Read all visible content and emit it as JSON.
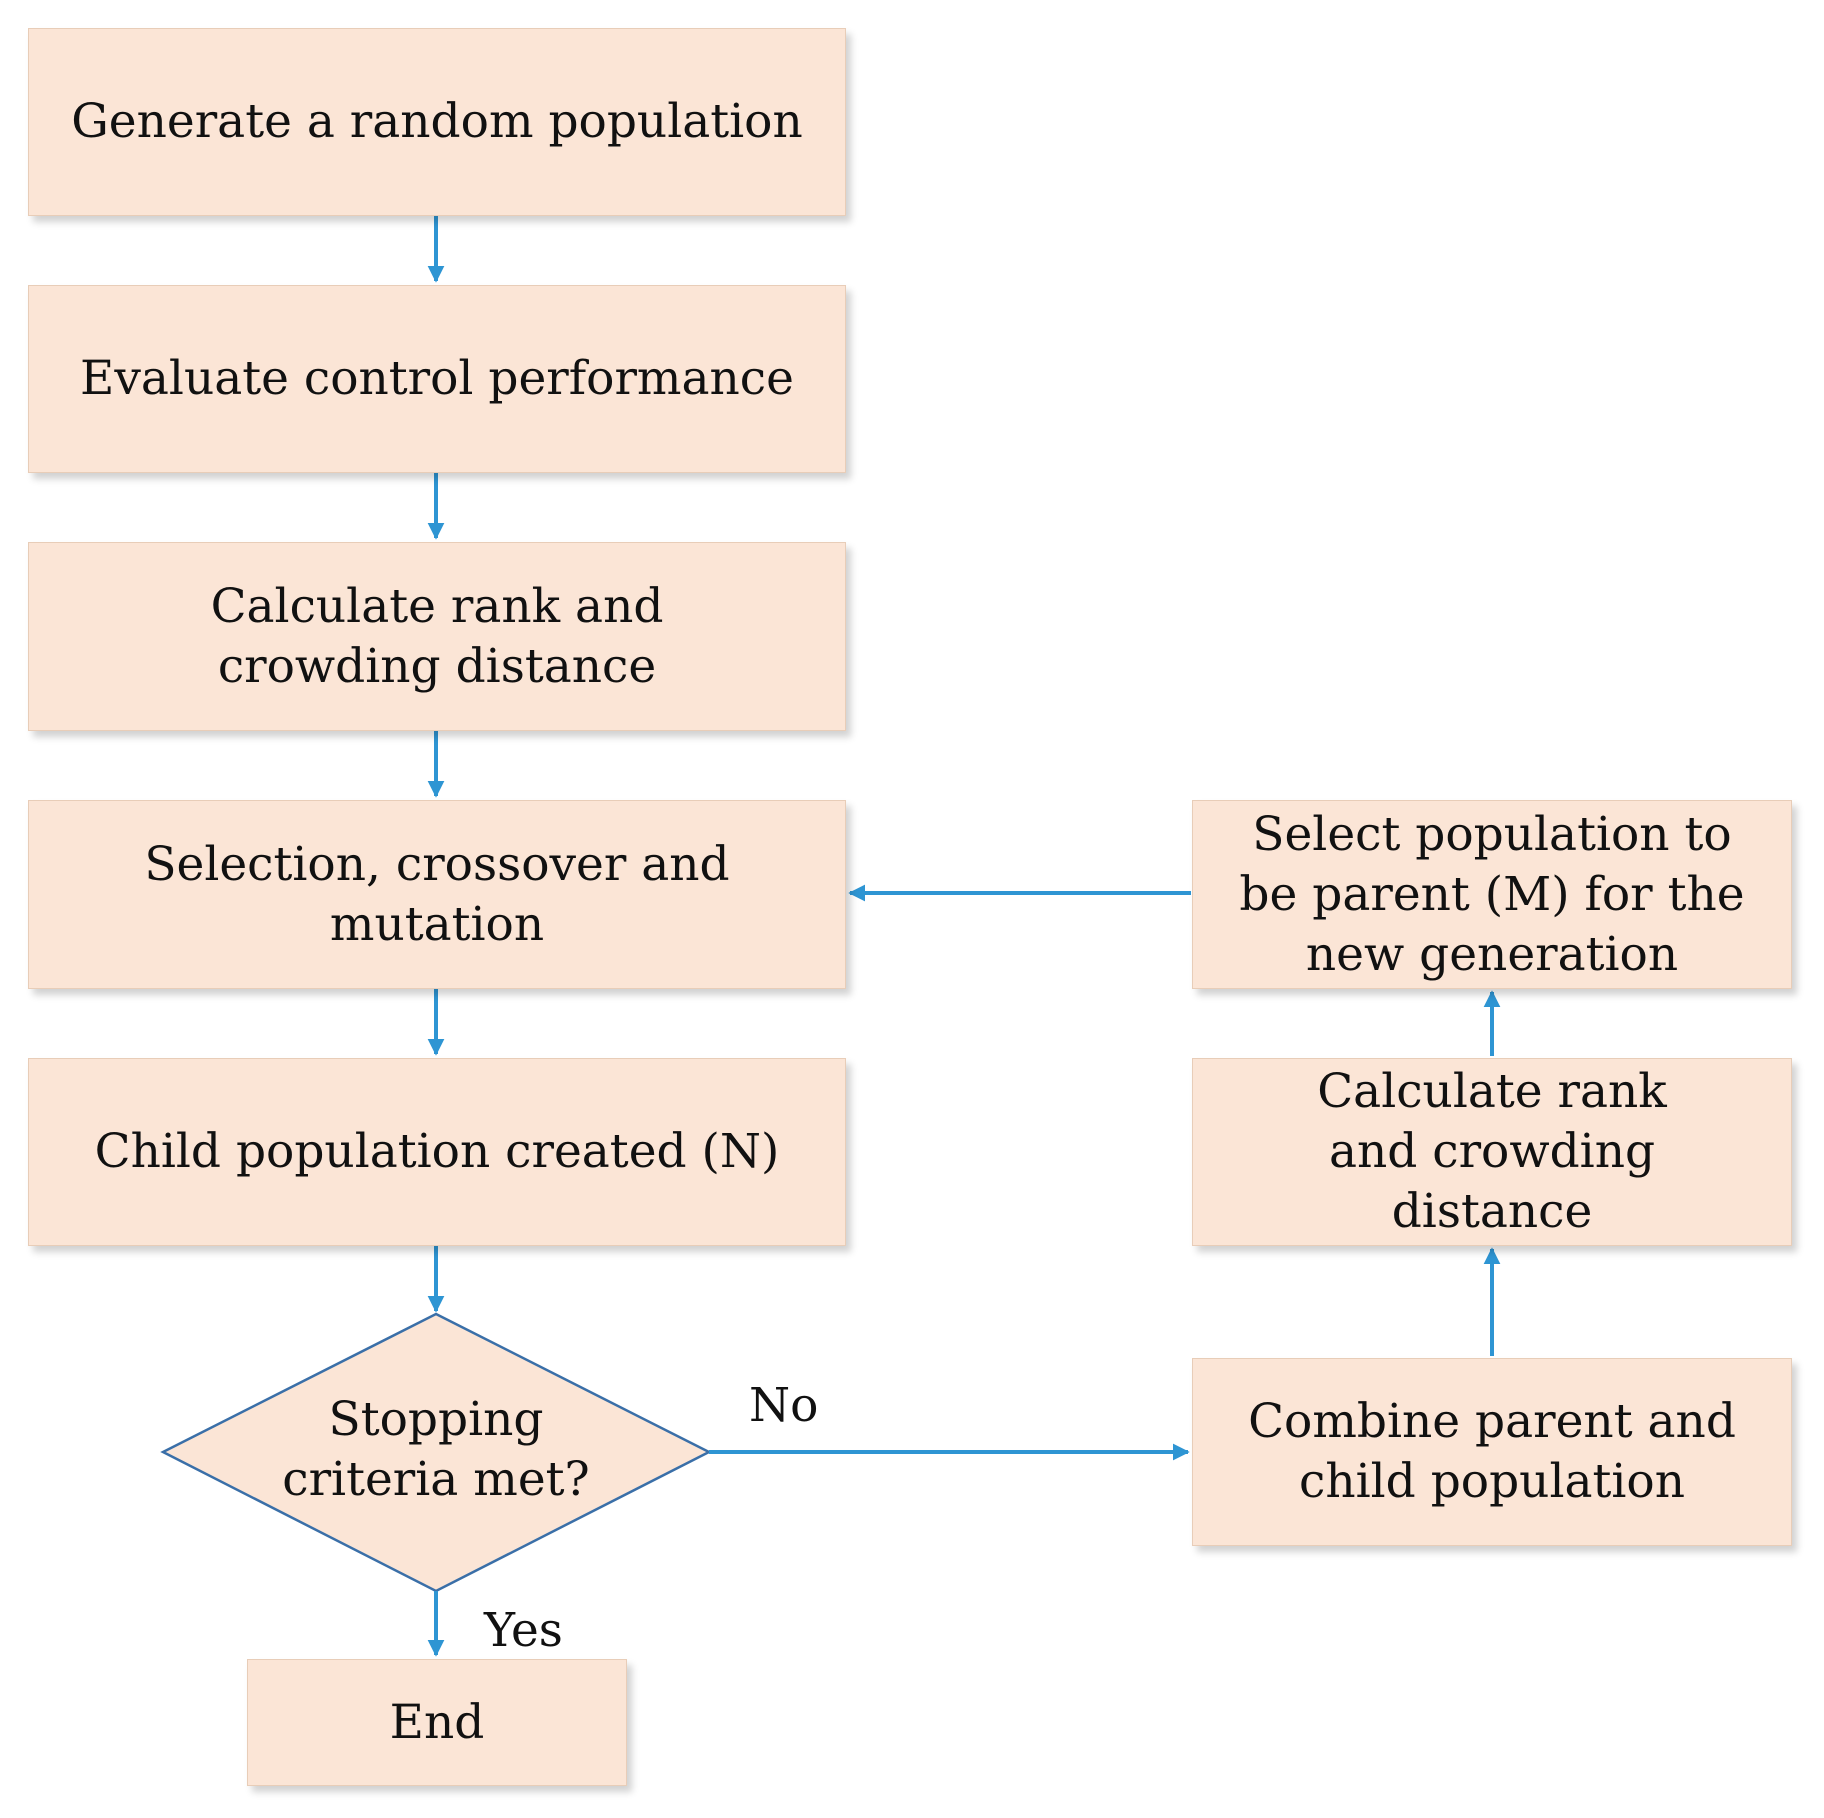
{
  "colors": {
    "box_fill": "#fbe5d6",
    "arrow": "#2e95d3",
    "diamond_stroke": "#3a6fa8"
  },
  "nodes": {
    "generate": "Generate a random population",
    "evaluate": "Evaluate control performance",
    "calc_rank_left": "Calculate rank and crowding distance",
    "selection": "Selection, crossover and mutation",
    "child": "Child population created (N)",
    "stopping": "Stopping criteria met?",
    "end": "End",
    "combine": "Combine parent and child population",
    "calc_rank_right": "Calculate rank and crowding distance",
    "select_parent": "Select population to be parent (M) for the new generation"
  },
  "edge_labels": {
    "no": "No",
    "yes": "Yes"
  }
}
